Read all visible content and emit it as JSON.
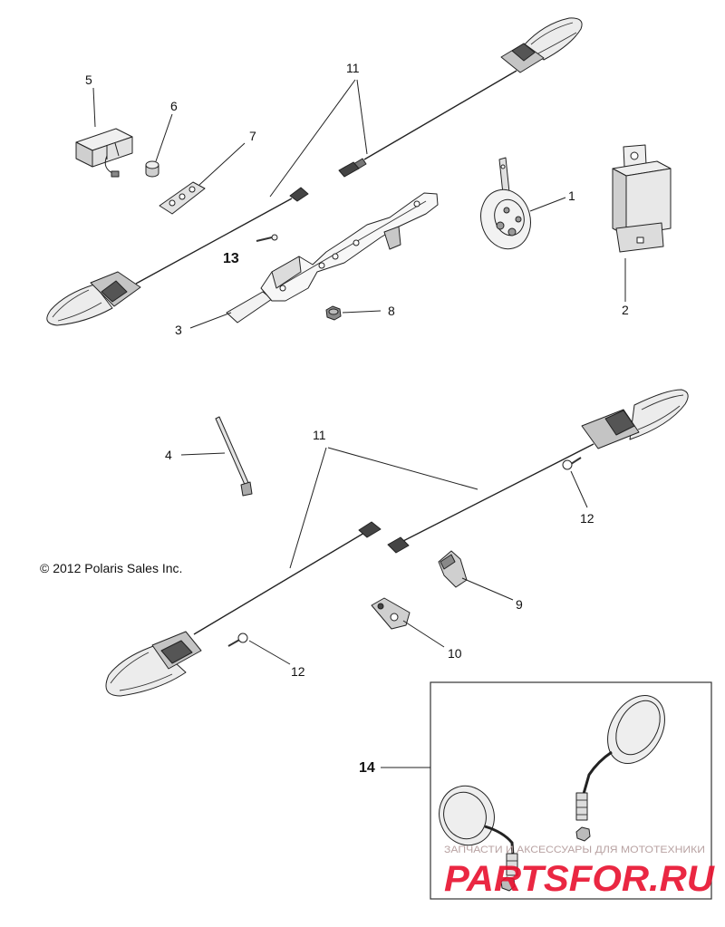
{
  "callouts": {
    "c1": "1",
    "c2": "2",
    "c3": "3",
    "c4": "4",
    "c5": "5",
    "c6": "6",
    "c7": "7",
    "c8": "8",
    "c9": "9",
    "c10": "10",
    "c11_top": "11",
    "c11_bottom": "11",
    "c12_right": "12",
    "c12_left": "12",
    "c13": "13",
    "c14": "14"
  },
  "copyright": "© 2012 Polaris Sales Inc.",
  "watermark": {
    "tagline": "ЗАПЧАСТИ И АКСЕССУАРЫ ДЛЯ МОТОТЕХНИКИ",
    "brand": "PARTSFOR.RU"
  },
  "colors": {
    "background": "#ffffff",
    "linework": "#222222",
    "watermark_brand": "#e8102e",
    "watermark_tagline": "#b8a2a2"
  }
}
